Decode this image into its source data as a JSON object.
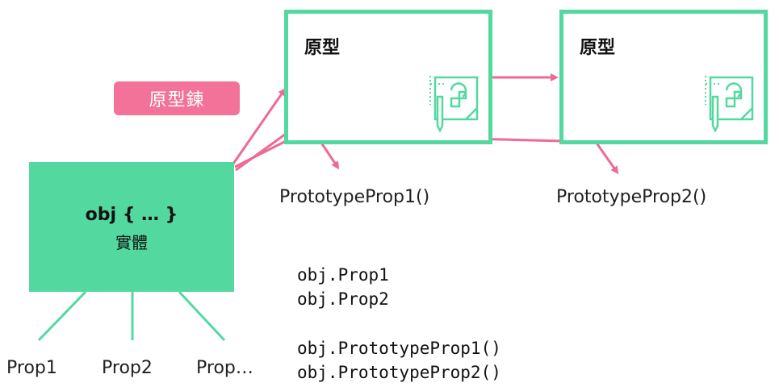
{
  "colors": {
    "accent_green": "#53d9a0",
    "arrow_pink": "#ee6a93",
    "badge_pink": "#f2729a"
  },
  "badge": {
    "label": "原型鍊"
  },
  "instance": {
    "name": "obj { … }",
    "label": "實體"
  },
  "prototypes": [
    {
      "title": "原型",
      "icon": "design-sketch-icon",
      "method": "PrototypeProp1()"
    },
    {
      "title": "原型",
      "icon": "design-sketch-icon",
      "method": "PrototypeProp2()"
    }
  ],
  "props": [
    "Prop1",
    "Prop2",
    "Prop…"
  ],
  "code": {
    "line1": "obj.Prop1",
    "line2": "obj.Prop2",
    "line3": "obj.PrototypeProp1()",
    "line4": "obj.PrototypeProp2()"
  }
}
